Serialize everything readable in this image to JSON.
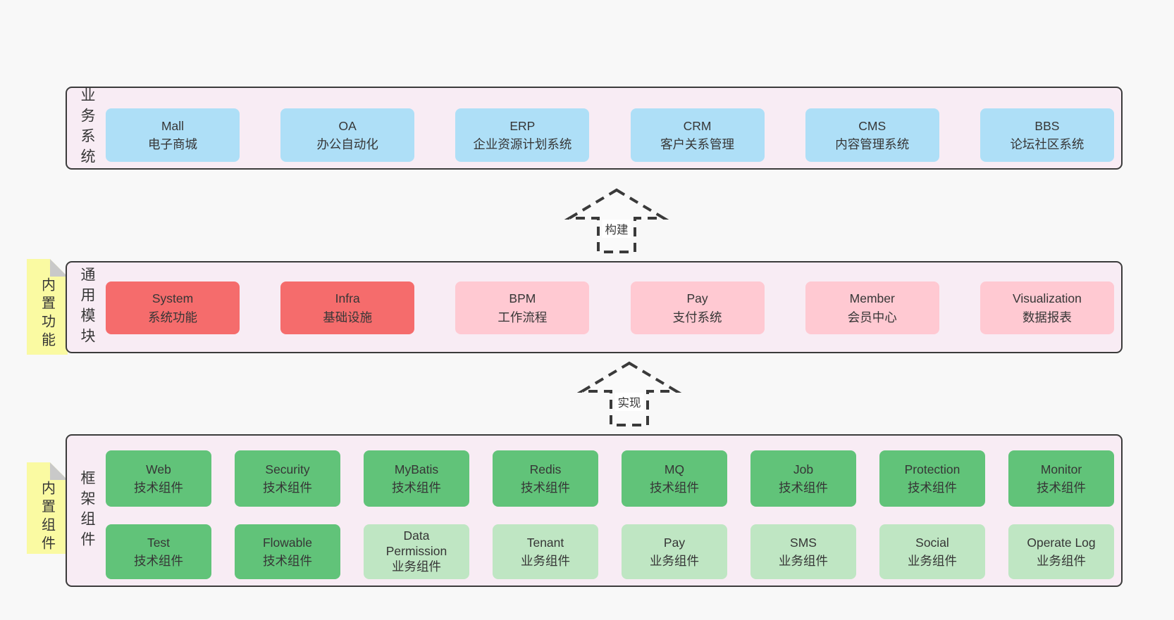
{
  "colors": {
    "bg": "#f8f8f8",
    "layerBg": "#f8ecf4",
    "line": "#3b3b3b",
    "text": "#363636",
    "blue": "#aedff7",
    "red": "#f56c6c",
    "pink": "#ffc9d2",
    "green": "#61c379",
    "lightgreen": "#bfe6c3",
    "note": "#fafaa2",
    "fold": "#c9c9c9"
  },
  "arrows": [
    {
      "label": "构建"
    },
    {
      "label": "实现"
    }
  ],
  "layers": [
    {
      "label": "业务系统",
      "boxes": [
        {
          "en": "Mall",
          "zh": "电子商城"
        },
        {
          "en": "OA",
          "zh": "办公自动化"
        },
        {
          "en": "ERP",
          "zh": "企业资源计划系统"
        },
        {
          "en": "CRM",
          "zh": "客户关系管理"
        },
        {
          "en": "CMS",
          "zh": "内容管理系统"
        },
        {
          "en": "BBS",
          "zh": "论坛社区系统"
        }
      ]
    },
    {
      "label": "通用模块",
      "note": "内置功能",
      "boxes": [
        {
          "en": "System",
          "zh": "系统功能"
        },
        {
          "en": "Infra",
          "zh": "基础设施"
        },
        {
          "en": "BPM",
          "zh": "工作流程"
        },
        {
          "en": "Pay",
          "zh": "支付系统"
        },
        {
          "en": "Member",
          "zh": "会员中心"
        },
        {
          "en": "Visualization",
          "zh": "数据报表"
        }
      ]
    },
    {
      "label": "框架组件",
      "note": "内置组件",
      "rows": [
        [
          {
            "en": "Web",
            "zh": "技术组件"
          },
          {
            "en": "Security",
            "zh": "技术组件"
          },
          {
            "en": "MyBatis",
            "zh": "技术组件"
          },
          {
            "en": "Redis",
            "zh": "技术组件"
          },
          {
            "en": "MQ",
            "zh": "技术组件"
          },
          {
            "en": "Job",
            "zh": "技术组件"
          },
          {
            "en": "Protection",
            "zh": "技术组件"
          },
          {
            "en": "Monitor",
            "zh": "技术组件"
          }
        ],
        [
          {
            "en": "Test",
            "zh": "技术组件"
          },
          {
            "en": "Flowable",
            "zh": "技术组件"
          },
          {
            "en": "Data Permission",
            "zh": "业务组件"
          },
          {
            "en": "Tenant",
            "zh": "业务组件"
          },
          {
            "en": "Pay",
            "zh": "业务组件"
          },
          {
            "en": "SMS",
            "zh": "业务组件"
          },
          {
            "en": "Social",
            "zh": "业务组件"
          },
          {
            "en": "Operate Log",
            "zh": "业务组件"
          }
        ]
      ]
    }
  ]
}
